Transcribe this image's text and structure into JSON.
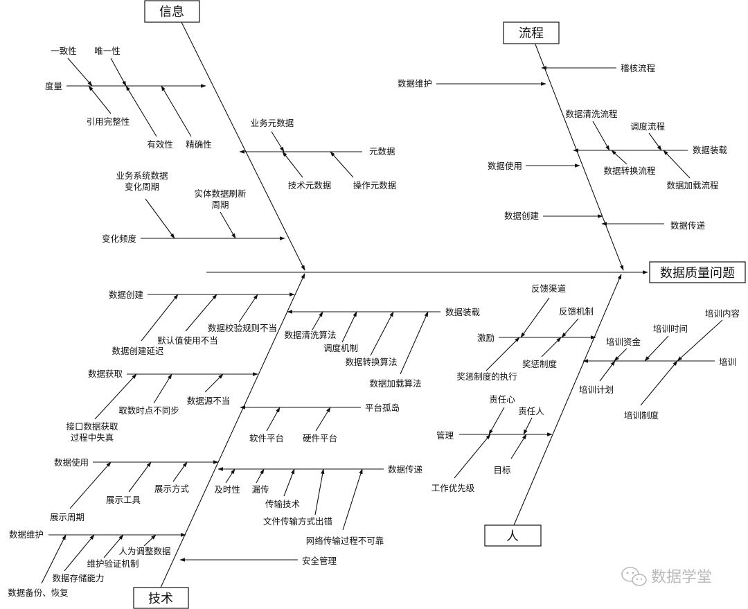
{
  "problem": "数据质量问题",
  "categories": {
    "info": "信息",
    "process": "流程",
    "tech": "技术",
    "people": "人"
  },
  "info": {
    "measure": "度量",
    "consistency": "一致性",
    "uniqueness": "唯一性",
    "ref_integrity": "引用完整性",
    "validity": "有效性",
    "accuracy": "精确性",
    "metadata": "元数据",
    "biz_metadata": "业务元数据",
    "tech_metadata": "技术元数据",
    "op_metadata": "操作元数据",
    "change_freq": "变化频度",
    "biz_sys_cycle": "业务系统数据\n变化周期",
    "entity_refresh": "实体数据刷新\n周期"
  },
  "process": {
    "maintain": "数据维护",
    "audit": "稽核流程",
    "use": "数据使用",
    "cleanse": "数据清洗流程",
    "schedule": "调度流程",
    "load": "数据装载",
    "transform": "数据转换流程",
    "load_flow": "数据加载流程",
    "create": "数据创建",
    "transfer": "数据传递"
  },
  "tech": {
    "create": "数据创建",
    "create_delay": "数据创建延迟",
    "default_misuse": "默认值使用不当",
    "validation_rule": "数据校验规则不当",
    "load": "数据装载",
    "cleanse_algo": "数据清洗算法",
    "schedule_mech": "调度机制",
    "transform_algo": "数据转换算法",
    "load_algo": "数据加载算法",
    "fetch": "数据获取",
    "fetch_time": "取数时点不同步",
    "source_bad": "数据源不当",
    "interface_distort": "接口数据获取\n过程中失真",
    "platform_island": "平台孤岛",
    "software_platform": "软件平台",
    "hardware_platform": "硬件平台",
    "use": "数据使用",
    "display_tool": "展示工具",
    "display_method": "展示方式",
    "display_cycle": "展示周期",
    "transfer": "数据传递",
    "timeliness": "及时性",
    "missed": "漏传",
    "transfer_tech": "传输技术",
    "file_error": "文件传输方式出错",
    "network_unreliable": "网络传输过程不可靠",
    "maintain": "数据维护",
    "manual_adjust": "人为调整数据",
    "maint_verify": "维护验证机制",
    "storage_capacity": "数据存储能力",
    "backup_restore": "数据备份、恢复",
    "security": "安全管理"
  },
  "people": {
    "incentive": "激励",
    "feedback_channel": "反馈渠道",
    "feedback_mech": "反馈机制",
    "reward_punish": "奖惩制度",
    "reward_exec": "奖惩制度的执行",
    "training": "培训",
    "training_content": "培训内容",
    "training_time": "培训时间",
    "training_fund": "培训资金",
    "training_plan": "培训计划",
    "training_system": "培训制度",
    "management": "管理",
    "responsibility": "责任心",
    "responsible_person": "责任人",
    "goal": "目标",
    "work_priority": "工作优先级"
  },
  "watermark": "数据学堂",
  "watermark_icon": "wechat-icon"
}
